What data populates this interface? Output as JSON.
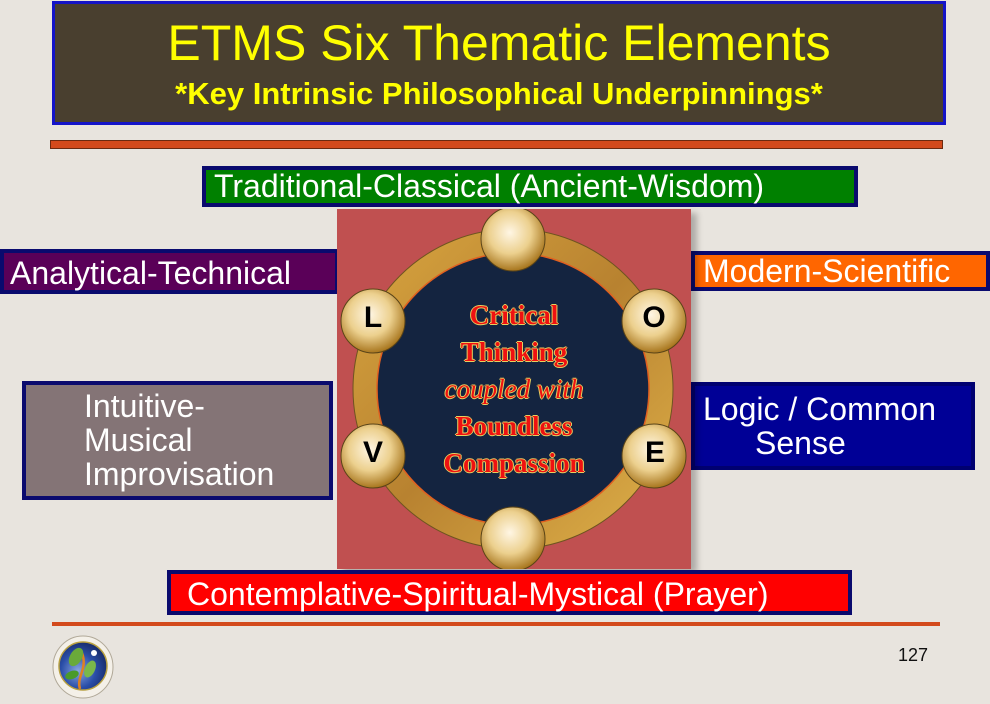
{
  "slide": {
    "title": "ETMS Six Thematic Elements",
    "subtitle": "*Key Intrinsic Philosophical Underpinnings*",
    "page_number": "127"
  },
  "elements": {
    "top": {
      "label": "Traditional-Classical (Ancient-Wisdom)",
      "color": "#008000"
    },
    "upper_left": {
      "label": "Analytical-Technical",
      "color": "#5a0058"
    },
    "upper_right": {
      "label": "Modern-Scientific",
      "color": "#ff6600"
    },
    "lower_left": {
      "lines": [
        "Intuitive-",
        "Musical",
        "Improvisation"
      ],
      "color": "#847476"
    },
    "lower_right": {
      "lines": [
        "Logic / Common",
        "Sense"
      ],
      "color": "#000096"
    },
    "bottom": {
      "label": "Contemplative-Spiritual-Mystical (Prayer)",
      "color": "#ff0000"
    }
  },
  "center_diagram": {
    "letters": [
      "L",
      "O",
      "V",
      "E"
    ],
    "text": {
      "line1": "Critical",
      "line2": "Thinking",
      "line3": "coupled with",
      "line4": "Boundless",
      "line5": "Compassion"
    },
    "background_color": "#c05050",
    "circle_color": "#142440",
    "ring_color": "#c8922e"
  },
  "icons": {
    "logo": "globe-leaf-logo-icon"
  }
}
